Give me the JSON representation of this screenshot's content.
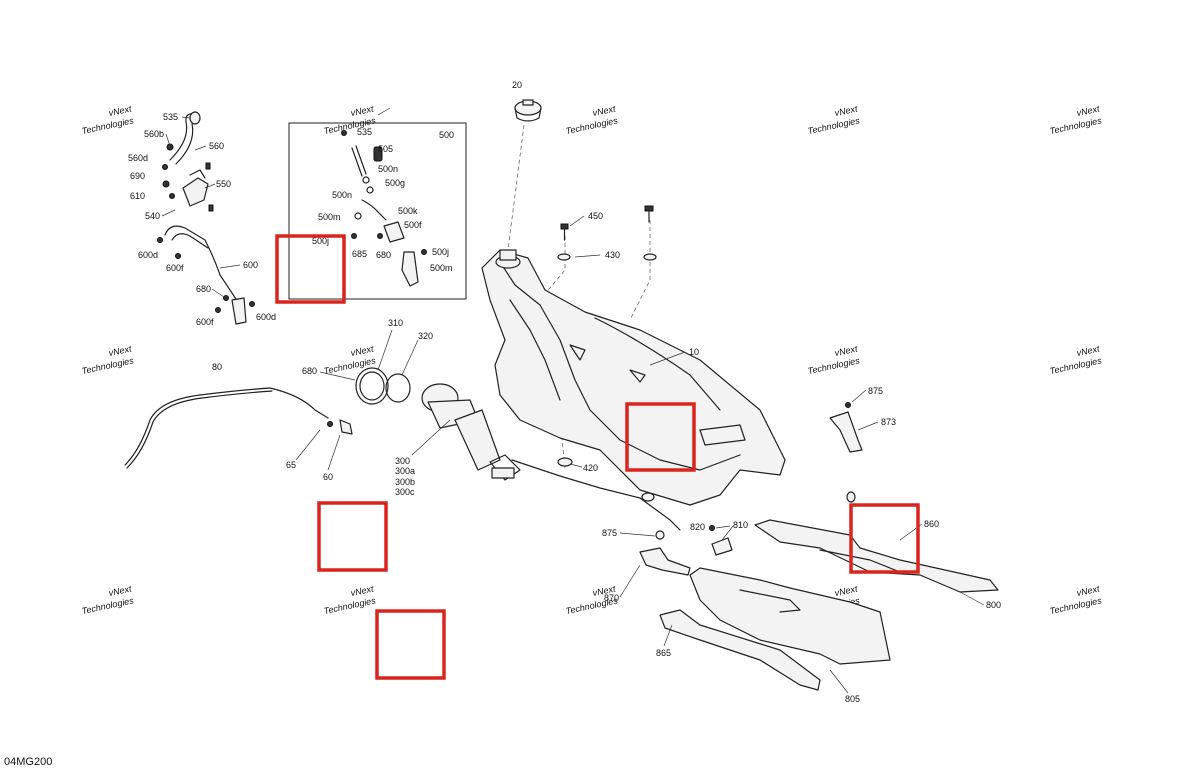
{
  "diagram_code": "04MG200",
  "watermark": {
    "line1": "vNext",
    "line2": "Technologies"
  },
  "highlight_color": "#d9251d",
  "callouts": {
    "c20": "20",
    "c450": "450",
    "c430": "430",
    "c10": "10",
    "c420": "420",
    "c535": "535",
    "c560b": "560b",
    "c560": "560",
    "c560d": "560d",
    "c690": "690",
    "c550": "550",
    "c610": "610",
    "c540": "540",
    "c600d": "600d",
    "c600f_a": "600f",
    "c600": "600",
    "c680_a": "680",
    "c600f_b": "600f",
    "c600d_b": "600d",
    "k535": "535",
    "k500": "500",
    "k505": "505",
    "k500n_a": "500n",
    "k500g": "500g",
    "k500n_b": "500n",
    "k500k": "500k",
    "k500m_a": "500m",
    "k500f": "500f",
    "k500j_a": "500j",
    "k685": "685",
    "k680": "680",
    "k500j_b": "500j",
    "k500m_b": "500m",
    "c310": "310",
    "c320": "320",
    "c680_b": "680",
    "c80": "80",
    "c65": "65",
    "c60": "60",
    "c300": "300",
    "c300a": "300a",
    "c300b": "300b",
    "c300c": "300c",
    "c875_a": "875",
    "c873": "873",
    "c860": "860",
    "c800": "800",
    "c875_b": "875",
    "c820": "820",
    "c810": "810",
    "c870": "870",
    "c865": "865",
    "c805": "805"
  }
}
